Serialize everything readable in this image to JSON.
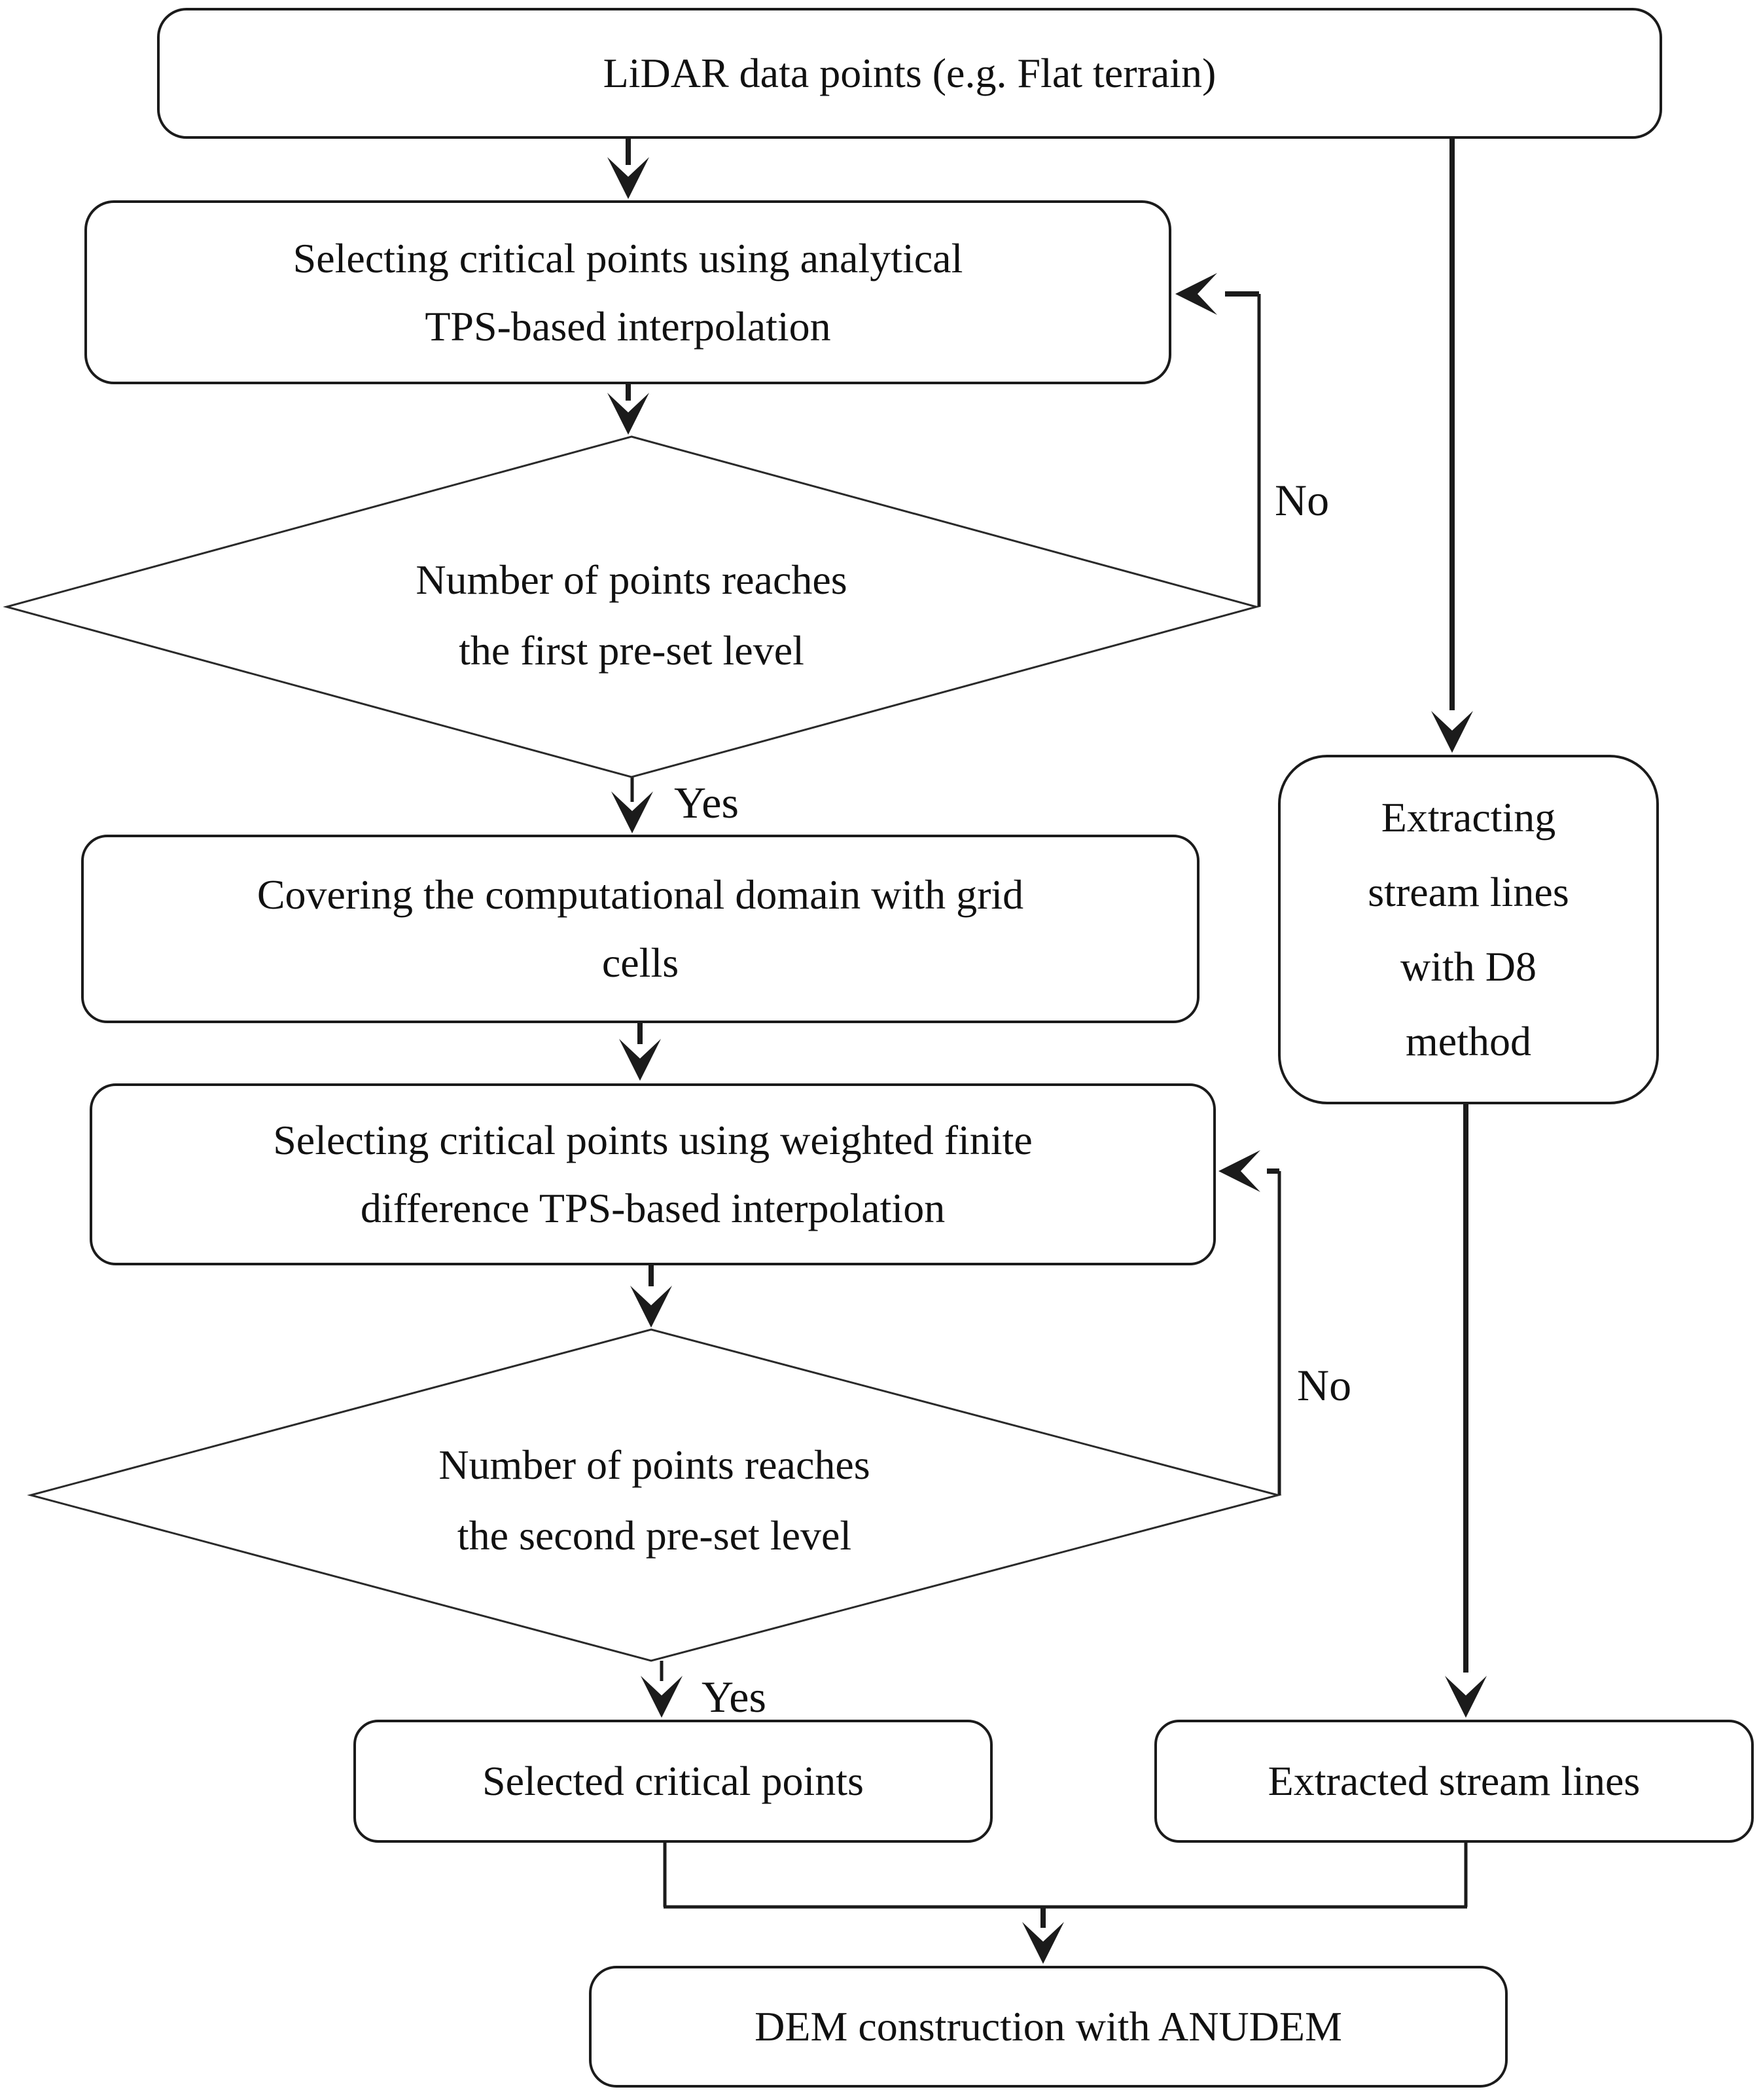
{
  "flowchart": {
    "nodes": {
      "lidar": {
        "lines": [
          "LiDAR data points (e.g. Flat terrain)"
        ]
      },
      "select_analytical": {
        "lines": [
          "Selecting critical points using analytical",
          "TPS-based interpolation"
        ]
      },
      "decision_first_level": {
        "lines": [
          "Number of points reaches",
          "the first pre-set level"
        ]
      },
      "cover_grid": {
        "lines": [
          "Covering the computational domain with grid",
          "cells"
        ]
      },
      "select_weighted": {
        "lines": [
          "Selecting critical points using weighted finite",
          "difference TPS-based interpolation"
        ]
      },
      "decision_second_level": {
        "lines": [
          "Number of points reaches",
          "the second pre-set level"
        ]
      },
      "selected_points": {
        "lines": [
          "Selected critical points"
        ]
      },
      "extract_streams": {
        "lines": [
          "Extracting",
          "stream lines",
          "with D8",
          "method"
        ]
      },
      "extracted_streams": {
        "lines": [
          "Extracted stream lines"
        ]
      },
      "dem_construction": {
        "lines": [
          "DEM construction with ANUDEM"
        ]
      }
    },
    "edge_labels": {
      "no_first": "No",
      "yes_first": "Yes",
      "no_second": "No",
      "yes_second": "Yes"
    },
    "colors": {
      "line": "#1b1b1b",
      "text": "#111111",
      "background": "#ffffff"
    }
  }
}
